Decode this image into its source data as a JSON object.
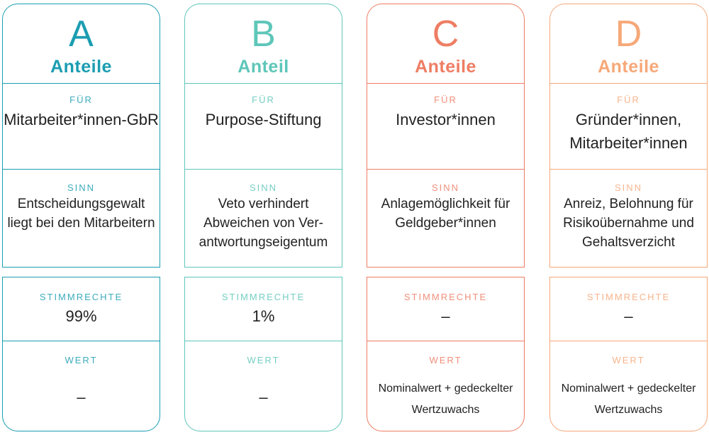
{
  "labels": {
    "fuer": "FÜR",
    "sinn": "SINN",
    "stimmrechte": "STIMMRECHTE",
    "wert": "WERT"
  },
  "columns": [
    {
      "letter": "A",
      "type": "Anteile",
      "color": "#1b9db1",
      "fuer": "Mitarbeiter*innen-GbR",
      "sinn": "Entscheidungsgewalt liegt bei den Mitarbeitern",
      "stimmrechte": "99%",
      "wert": "–"
    },
    {
      "letter": "B",
      "type": "Anteil",
      "color": "#5ec6b9",
      "fuer": "Purpose-Stiftung",
      "sinn": "Veto verhindert Abweichen von Ver-antwortungseigentum",
      "stimmrechte": "1%",
      "wert": "–"
    },
    {
      "letter": "C",
      "type": "Anteile",
      "color": "#ee7d64",
      "fuer": "Investor*innen",
      "sinn": "Anlagemöglichkeit für Geldgeber*innen",
      "stimmrechte": "–",
      "wert": "Nominalwert + gedeckelter Wertzuwachs"
    },
    {
      "letter": "D",
      "type": "Anteile",
      "color": "#f6a879",
      "fuer": "Gründer*innen, Mitarbeiter*innen",
      "sinn": "Anreiz, Belohnung für Risikoübernahme und Gehaltsverzicht",
      "stimmrechte": "–",
      "wert": "Nominalwert + gedeckelter Wertzuwachs"
    }
  ]
}
